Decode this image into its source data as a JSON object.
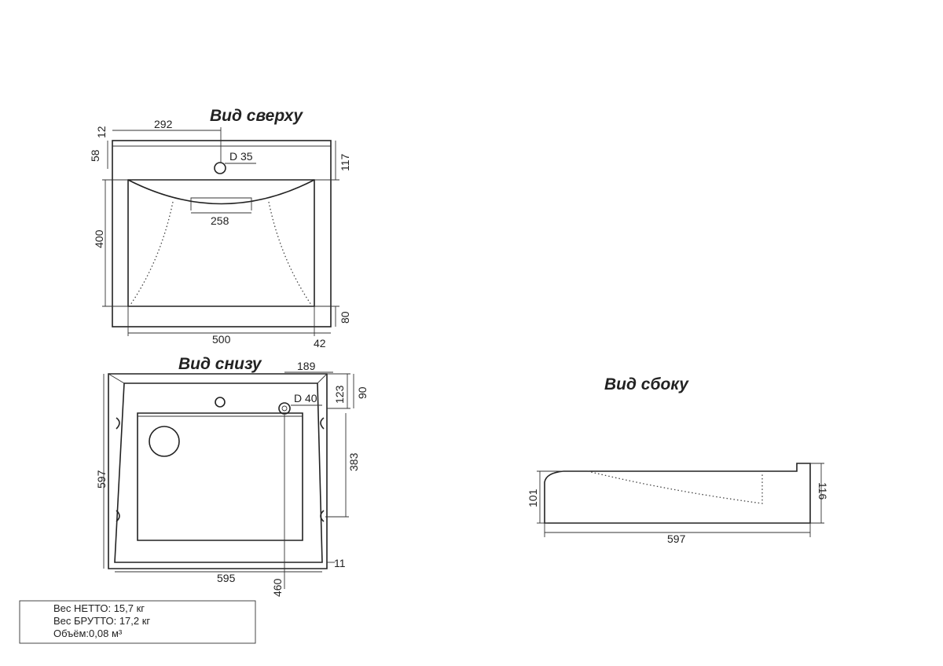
{
  "views": {
    "top": {
      "title": "Вид сверху",
      "dims": {
        "d292": "292",
        "d12": "12",
        "d58": "58",
        "hole": "D 35",
        "d117": "117",
        "d258": "258",
        "d400": "400",
        "d80": "80",
        "d500": "500",
        "d42": "42"
      }
    },
    "bottom": {
      "title": "Вид снизу",
      "dims": {
        "d189": "189",
        "d123": "123",
        "d90": "90",
        "hole": "D 40",
        "d383": "383",
        "d597": "597",
        "d11": "11",
        "d595": "595",
        "d460": "460"
      }
    },
    "side": {
      "title": "Вид сбоку",
      "dims": {
        "d101": "101",
        "d116": "116",
        "d597": "597"
      }
    }
  },
  "specs": {
    "net_weight": "Вес НЕТТО: 15,7 кг",
    "gross_weight": "Вес БРУТТО: 17,2 кг",
    "volume": "Объём:0,08 м³"
  }
}
